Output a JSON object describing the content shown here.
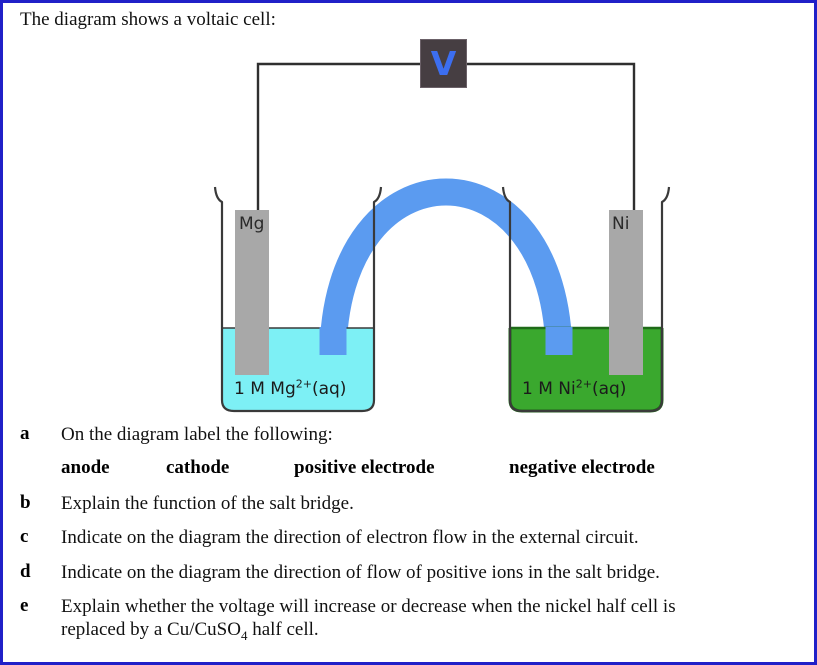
{
  "page": {
    "intro": "The diagram shows a voltaic cell:",
    "border_color": "#2020c8"
  },
  "diagram": {
    "voltmeter": {
      "label": "V",
      "box_color": "#463e42",
      "letter_color": "#3c6ef0"
    },
    "salt_bridge": {
      "name": "salt bridge",
      "color": "#5b9bf0"
    },
    "wire_color": "#2f2f2f",
    "left_cell": {
      "electrode_label": "Mg",
      "electrode_color": "#a8a8a8",
      "solution_label_prefix": "1 M Mg",
      "solution_label_charge": "2+",
      "solution_label_suffix": "(aq)",
      "solution_color": "#7df0f5",
      "beaker_outline_color": "#3a3a3a"
    },
    "right_cell": {
      "electrode_label": "Ni",
      "electrode_color": "#a8a8a8",
      "solution_label_prefix": "1 M Ni",
      "solution_label_charge": "2+",
      "solution_label_suffix": "(aq)",
      "solution_color": "#3aa82e",
      "beaker_outline_color": "#1f6b18"
    }
  },
  "questions": [
    {
      "marker": "a",
      "text": "On the diagram label the following:"
    },
    {
      "marker": "b",
      "text": "Explain the function of the salt bridge."
    },
    {
      "marker": "c",
      "text": "Indicate on the diagram the direction of electron flow in the external circuit."
    },
    {
      "marker": "d",
      "text": "Indicate on the diagram the direction of flow of positive ions in the salt bridge."
    }
  ],
  "terms": [
    "anode",
    "cathode",
    "positive electrode",
    "negative electrode"
  ],
  "question_e": {
    "marker": "e",
    "line1": "Explain whether the voltage will increase or decrease when the nickel half cell is",
    "line2_pre": "replaced by a Cu/CuSO",
    "line2_sub": "4",
    "line2_post": " half cell."
  }
}
